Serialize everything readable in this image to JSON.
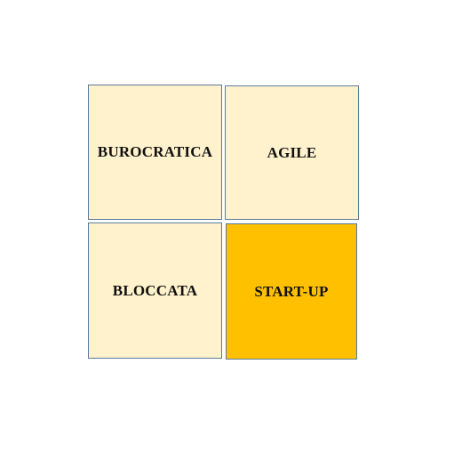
{
  "matrix": {
    "cells": [
      {
        "label": "BUROCRATICA",
        "color": "#fff2cc"
      },
      {
        "label": "AGILE",
        "color": "#fff2cc"
      },
      {
        "label": "BLOCCATA",
        "color": "#fff2cc"
      },
      {
        "label": "START-UP",
        "color": "#ffc000"
      }
    ],
    "border_color": "#5b7a99"
  }
}
